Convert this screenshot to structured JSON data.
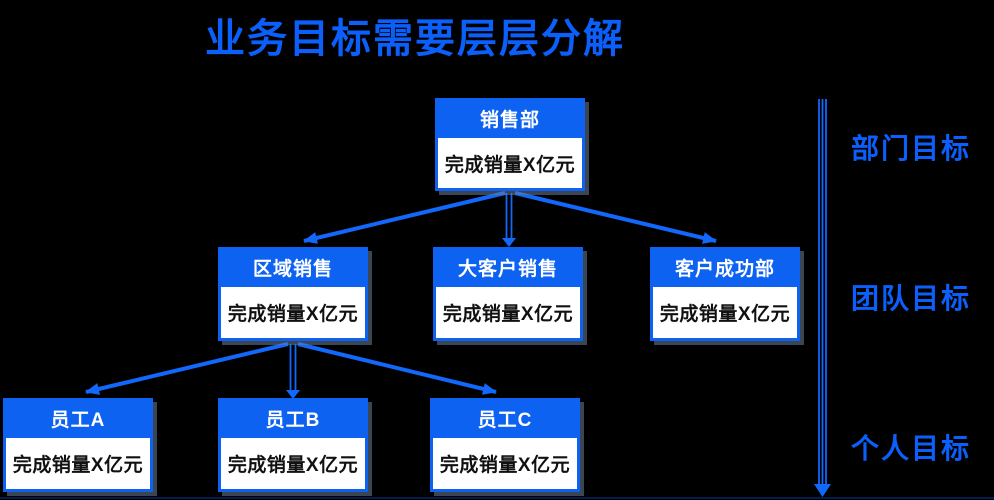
{
  "title": "业务目标需要层层分解",
  "goal_text": "完成销量X亿元",
  "nodes": {
    "root": {
      "label": "销售部",
      "goal": "完成销量X亿元"
    },
    "team_1": {
      "label": "区域销售",
      "goal": "完成销量X亿元"
    },
    "team_2": {
      "label": "大客户销售",
      "goal": "完成销量X亿元"
    },
    "team_3": {
      "label": "客户成功部",
      "goal": "完成销量X亿元"
    },
    "person_1": {
      "label": "员工A",
      "goal": "完成销量X亿元"
    },
    "person_2": {
      "label": "员工B",
      "goal": "完成销量X亿元"
    },
    "person_3": {
      "label": "员工C",
      "goal": "完成销量X亿元"
    }
  },
  "axis_labels": {
    "department": "部门目标",
    "team": "团队目标",
    "personal": "个人目标"
  },
  "colors": {
    "background": "#000000",
    "accent_text": "#0b5ffb",
    "node_header": "#0e62f2",
    "connector": "#1168fa",
    "node_body_bg": "#ffffff",
    "node_body_text": "#111111",
    "shadow": "#6e7d96"
  }
}
